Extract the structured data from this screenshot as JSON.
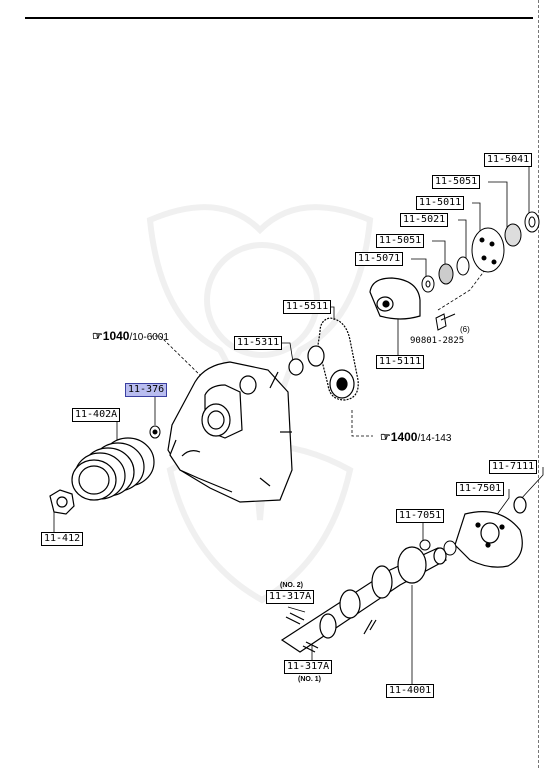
{
  "labels": {
    "p11_5041": "11-5041",
    "p11_5051a": "11-5051",
    "p11_5011": "11-5011",
    "p11_5021": "11-5021",
    "p11_5051b": "11-5051",
    "p11_5071": "11-5071",
    "p11_5511": "11-5511",
    "p11_5311": "11-5311",
    "p11_5111": "11-5111",
    "p11_376": "11-376",
    "p11_402A": "11-402A",
    "p11_412": "11-412",
    "p11_7111": "11-7111",
    "p11_7501": "11-7501",
    "p11_7051": "11-7051",
    "p11_317A_no2": "11-317A",
    "p11_317A_no1": "11-317A",
    "p11_4001": "11-4001"
  },
  "refs": {
    "ref1": {
      "main": "1040",
      "sub": "10-6001"
    },
    "ref2": {
      "main": "1400",
      "sub": "14-143"
    }
  },
  "bolt": {
    "part_number": "90801-2825",
    "count": "(6)"
  },
  "notes": {
    "no2": "(NO. 2)",
    "no1": "(NO. 1)"
  },
  "highlight_color": "#b9bdf0"
}
